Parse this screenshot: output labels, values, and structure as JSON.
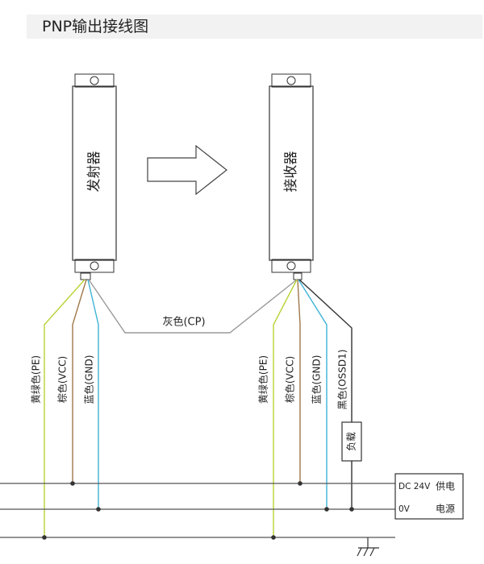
{
  "title": "PNP输出接线图",
  "devices": {
    "emitter": "发射器",
    "receiver": "接收器"
  },
  "wires": {
    "gray_cp": "灰色(CP)",
    "emitter": {
      "pe": "黄绿色(PE)",
      "vcc": "棕色(VCC)",
      "gnd": "蓝色(GND)"
    },
    "receiver": {
      "pe": "黄绿色(PE)",
      "vcc": "棕色(VCC)",
      "gnd": "蓝色(GND)",
      "ossd": "黑色(OSSD1)"
    }
  },
  "load": "负载",
  "power": {
    "dc": "DC 24V",
    "zero": "0V",
    "label_top": "供电",
    "label_bottom": "电源"
  },
  "colors": {
    "yellow_green": "#b9d232",
    "brown": "#a0784a",
    "blue": "#3fb2d6",
    "gray": "#9a9a9a",
    "black": "#333333"
  }
}
